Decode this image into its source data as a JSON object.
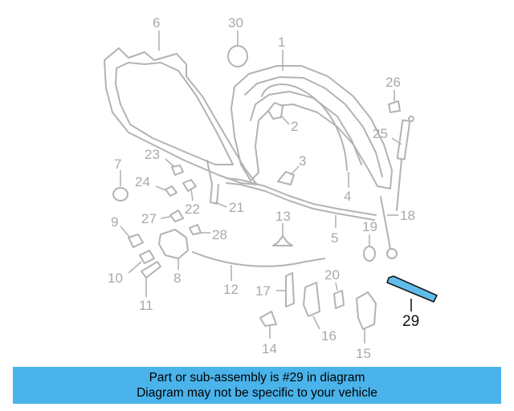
{
  "callouts": {
    "c1": "1",
    "c2": "2",
    "c3": "3",
    "c4": "4",
    "c5": "5",
    "c6": "6",
    "c7": "7",
    "c8": "8",
    "c9": "9",
    "c10": "10",
    "c11": "11",
    "c12": "12",
    "c13": "13",
    "c14": "14",
    "c15": "15",
    "c16": "16",
    "c17": "17",
    "c18": "18",
    "c19": "19",
    "c20": "20",
    "c21": "21",
    "c22": "22",
    "c23": "23",
    "c24": "24",
    "c25": "25",
    "c26": "26",
    "c27": "27",
    "c28": "28",
    "c29": "29",
    "c30": "30"
  },
  "highlighted_part": "29",
  "colors": {
    "highlight": "#5fbde9",
    "banner": "#4ab3ea",
    "linework": "#b3b3b3"
  },
  "banner": {
    "line1": "Part or sub-assembly is #29 in diagram",
    "line2": "Diagram may not be specific to your vehicle"
  }
}
